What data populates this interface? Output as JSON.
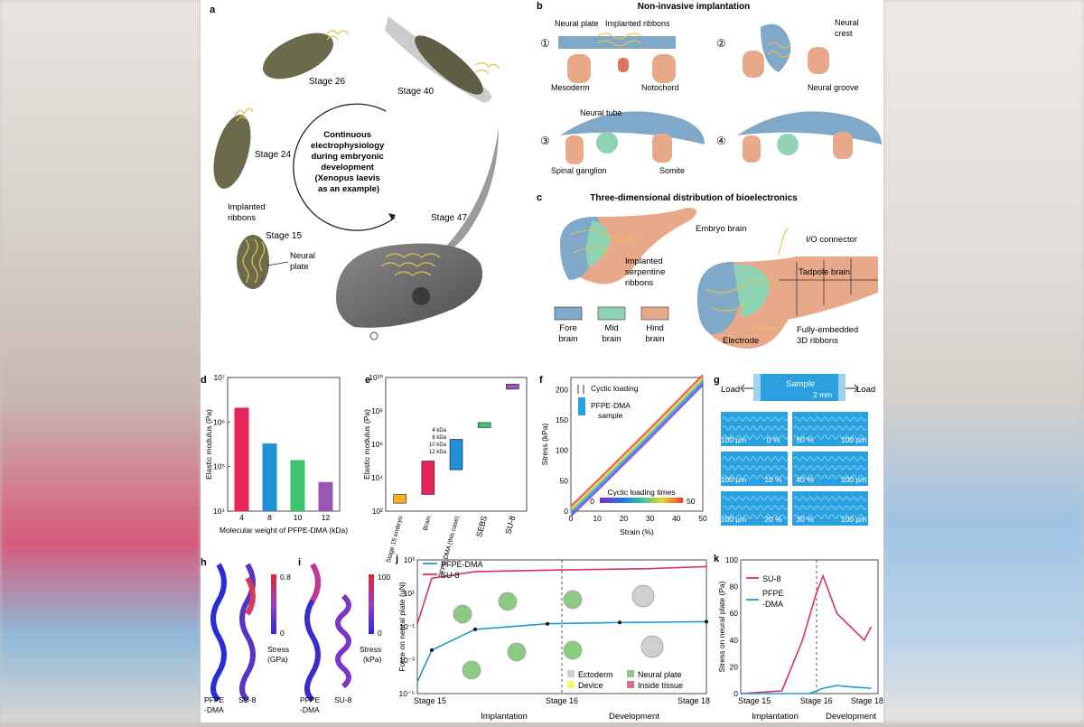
{
  "panels": {
    "a": {
      "letter": "a",
      "stages": [
        "Stage 26",
        "Stage 40",
        "Stage 24",
        "Stage 47",
        "Stage 15"
      ],
      "center": [
        "Continuous",
        "electrophysiology",
        "during embryonic",
        "development",
        "(Xenopus laevis",
        "as an example)"
      ],
      "implanted": [
        "Implanted",
        "ribbons"
      ],
      "neural": [
        "Neural",
        "plate"
      ]
    },
    "b": {
      "letter": "b",
      "title": "Non-invasive implantation",
      "labels": {
        "neural_plate": "Neural plate",
        "implanted_ribbons": "Implanted ribbons",
        "neural_crest": [
          "Neural",
          "crest"
        ],
        "mesoderm": "Mesoderm",
        "notochord": "Notochord",
        "neural_groove": "Neural groove",
        "neural_tube": "Neural tube",
        "spinal_ganglion": "Spinal ganglion",
        "somite": "Somite"
      },
      "steps": [
        "①",
        "②",
        "③",
        "④"
      ]
    },
    "c": {
      "letter": "c",
      "title": "Three-dimensional distribution of bioelectronics",
      "labels": {
        "embryo_brain": "Embryo brain",
        "io": "I/O connector",
        "implanted": [
          "Implanted",
          "serpentine",
          "ribbons"
        ],
        "tadpole": "Tadpole brain",
        "fully": [
          "Fully-embedded",
          "3D ribbons"
        ],
        "electrode": "Electrode"
      },
      "legend": [
        {
          "name": [
            "Fore",
            "brain"
          ],
          "color": "#7fa8c9"
        },
        {
          "name": [
            "Mid",
            "brain"
          ],
          "color": "#8fd3b5"
        },
        {
          "name": [
            "Hind",
            "brain"
          ],
          "color": "#e8a98a"
        }
      ]
    },
    "d": {
      "letter": "d",
      "ylabel": "Elastic modulus (Pa)",
      "xlabel": "Molecular weight of PFPE-DMA (kDa)",
      "yticks": [
        "10⁴",
        "10⁵",
        "10⁶",
        "10⁷"
      ]
    },
    "e": {
      "letter": "e",
      "ylabel": "Elastic modulus (Pa)",
      "yticks": [
        "10²",
        "10⁴",
        "10⁶",
        "10⁸",
        "10¹⁰"
      ],
      "kda": [
        "4 kDa",
        "8 kDa",
        "10 kDa",
        "12 kDa"
      ]
    },
    "f": {
      "letter": "f",
      "ylabel": "Stress (kPa)",
      "xlabel": "Strain (%)",
      "cyclic": "Cyclic loading",
      "sample": [
        "PFPE-DMA",
        "sample"
      ],
      "cbar": "Cyclic loading times",
      "cbar_min": "0",
      "cbar_max": "50",
      "xticks": [
        "0",
        "10",
        "20",
        "30",
        "40",
        "50"
      ],
      "yticks": [
        "0",
        "50",
        "100",
        "150",
        "200"
      ]
    },
    "g": {
      "letter": "g",
      "load": "Load",
      "sample": "Sample",
      "scale": "2 mm",
      "tiles": [
        [
          "100 µm",
          "0 %"
        ],
        [
          "50 %",
          "100 µm"
        ],
        [
          "100 µm",
          "10 %"
        ],
        [
          "40 %",
          "100 µm"
        ],
        [
          "100 µm",
          "20 %"
        ],
        [
          "30 %",
          "100 µm"
        ]
      ]
    },
    "h": {
      "letter": "h",
      "cbar_max": "0.8",
      "cbar_min": "0",
      "stress": [
        "Stress",
        "(GPa)"
      ],
      "labels": [
        [
          "PFPE",
          "-DMA"
        ],
        [
          "SU-8"
        ]
      ]
    },
    "i": {
      "letter": "i",
      "cbar_max": "100",
      "cbar_min": "0",
      "stress": [
        "Stress",
        "(kPa)"
      ],
      "labels": [
        [
          "PFPE",
          "-DMA"
        ],
        [
          "SU-8"
        ]
      ]
    },
    "j": {
      "letter": "j",
      "ylabel": "Force on neural plate (µN)",
      "yticks": [
        "10¹",
        "10⁻¹",
        "10⁻³",
        "10⁻⁵",
        "10³"
      ],
      "xticks": [
        "Stage 15",
        "Stage 16",
        "Stage 18"
      ],
      "phases": [
        "Implantation",
        "Development"
      ],
      "legend": [
        "PFPE-DMA",
        "SU-8"
      ],
      "key": [
        {
          "name": "Ectoderm",
          "color": "#cfcfcf"
        },
        {
          "name": "Neural plate",
          "color": "#8cc982"
        },
        {
          "name": "Device",
          "color": "#f2ef7a"
        },
        {
          "name": "Inside tissue",
          "color": "#d7727e"
        }
      ]
    },
    "k": {
      "letter": "k",
      "ylabel": "Stress on neural plate (Pa)",
      "yticks": [
        "0",
        "20",
        "40",
        "60",
        "80",
        "100"
      ],
      "xticks": [
        "Stage 15",
        "Stage 16",
        "Stage 18"
      ],
      "phases": [
        "Implantation",
        "Development"
      ],
      "legend": [
        "SU-8",
        [
          "PFPE",
          "-DMA"
        ]
      ]
    }
  },
  "colors": {
    "su8": "#d9325f",
    "pfpe": "#1f9bd1",
    "ribbon": "#e5c24a"
  },
  "chart_data": [
    {
      "type": "bar",
      "panel": "d",
      "categories": [
        "4",
        "8",
        "10",
        "12"
      ],
      "values": [
        2100000,
        330000,
        140000,
        45000
      ],
      "colors": [
        "#e8245a",
        "#1f8fd6",
        "#3ec46d",
        "#9b55b5"
      ],
      "ylim": [
        10000,
        10000000
      ],
      "log": true,
      "xlabel": "Molecular weight of PFPE-DMA (kDa)",
      "ylabel": "Elastic modulus (Pa)"
    },
    {
      "type": "bar",
      "panel": "e",
      "categories": [
        "Stage 15 embryo",
        "Brain",
        "PFPE-DMA (this case)",
        "SEBS",
        "SU-8"
      ],
      "ranges": [
        [
          300,
          1000
        ],
        [
          1000,
          100000
        ],
        [
          30000,
          2000000
        ],
        [
          10000000,
          20000000
        ],
        [
          2000000000,
          4000000000
        ]
      ],
      "colors": [
        "#f5b21a",
        "#e8245a",
        "#1f8fd6",
        "#3ec46d",
        "#9b55b5"
      ],
      "ylim": [
        100,
        10000000000
      ],
      "log": true,
      "ylabel": "Elastic modulus (Pa)"
    },
    {
      "type": "line",
      "panel": "f",
      "x": [
        0,
        10,
        20,
        30,
        40,
        50
      ],
      "y": [
        0,
        42,
        85,
        128,
        172,
        216
      ],
      "xlim": [
        0,
        50
      ],
      "ylim": [
        0,
        220
      ],
      "xlabel": "Strain (%)",
      "ylabel": "Stress (kPa)"
    },
    {
      "type": "line",
      "panel": "j",
      "log": true,
      "ylim": [
        1e-05,
        1000
      ],
      "xticks": [
        "Stage 15",
        "Stage 16",
        "Stage 18"
      ],
      "series": [
        {
          "name": "SU-8",
          "x": [
            0,
            0.05,
            0.2,
            0.5,
            0.8,
            1
          ],
          "y": [
            0.15,
            80,
            200,
            250,
            300,
            400
          ]
        },
        {
          "name": "PFPE-DMA",
          "x": [
            0,
            0.05,
            0.2,
            0.45,
            0.7,
            1
          ],
          "y": [
            5e-05,
            0.004,
            0.07,
            0.15,
            0.18,
            0.2
          ]
        }
      ],
      "ylabel": "Force on neural plate (µN)"
    },
    {
      "type": "line",
      "panel": "k",
      "ylim": [
        0,
        100
      ],
      "xticks": [
        "Stage 15",
        "Stage 16",
        "Stage 18"
      ],
      "series": [
        {
          "name": "SU-8",
          "x": [
            0,
            0.3,
            0.45,
            0.55,
            0.6,
            0.7,
            0.8,
            0.9,
            0.95
          ],
          "y": [
            0,
            2,
            40,
            75,
            88,
            60,
            50,
            40,
            50
          ]
        },
        {
          "name": "PFPE-DMA",
          "x": [
            0,
            0.5,
            0.6,
            0.7,
            0.8,
            0.95
          ],
          "y": [
            0,
            0,
            4,
            6,
            5,
            4
          ]
        }
      ],
      "ylabel": "Stress on neural plate (Pa)"
    }
  ]
}
